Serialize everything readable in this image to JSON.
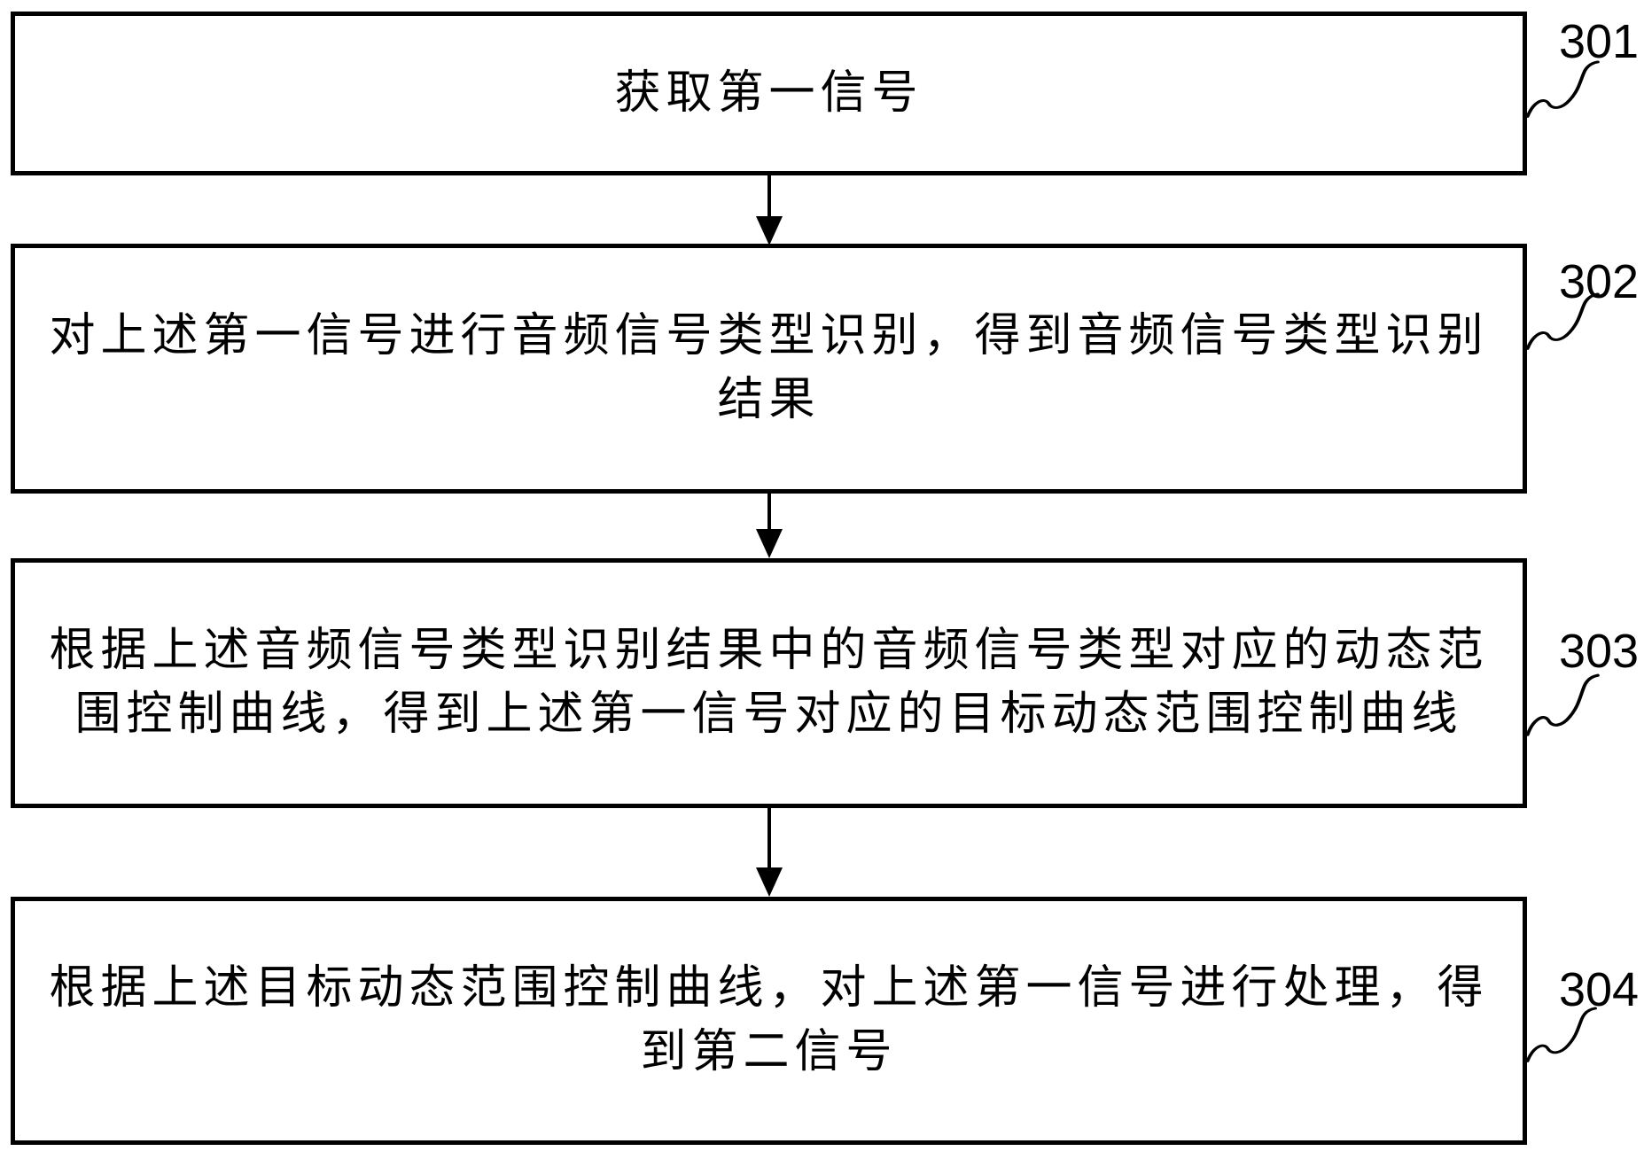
{
  "figure": {
    "background_color": "#ffffff",
    "line_color": "#000000",
    "type": "flowchart",
    "steps": [
      {
        "label": "301",
        "lines": [
          "获取第一信号"
        ],
        "text": "获取第一信号"
      },
      {
        "label": "302",
        "lines": [
          "对上述第一信号进行音频信号类型识别，得到音频信号类型识别",
          "结果"
        ],
        "text": "对上述第一信号进行音频信号类型识别，得到音频信号类型识别结果"
      },
      {
        "label": "303",
        "lines": [
          "根据上述音频信号类型识别结果中的音频信号类型对应的动态范",
          "围控制曲线，得到上述第一信号对应的目标动态范围控制曲线"
        ],
        "text": "根据上述音频信号类型识别结果中的音频信号类型对应的动态范围控制曲线，得到上述第一信号对应的目标动态范围控制曲线"
      },
      {
        "label": "304",
        "lines": [
          "根据上述目标动态范围控制曲线，对上述第一信号进行处理，得",
          "到第二信号"
        ],
        "text": "根据上述目标动态范围控制曲线，对上述第一信号进行处理，得到第二信号"
      }
    ]
  }
}
